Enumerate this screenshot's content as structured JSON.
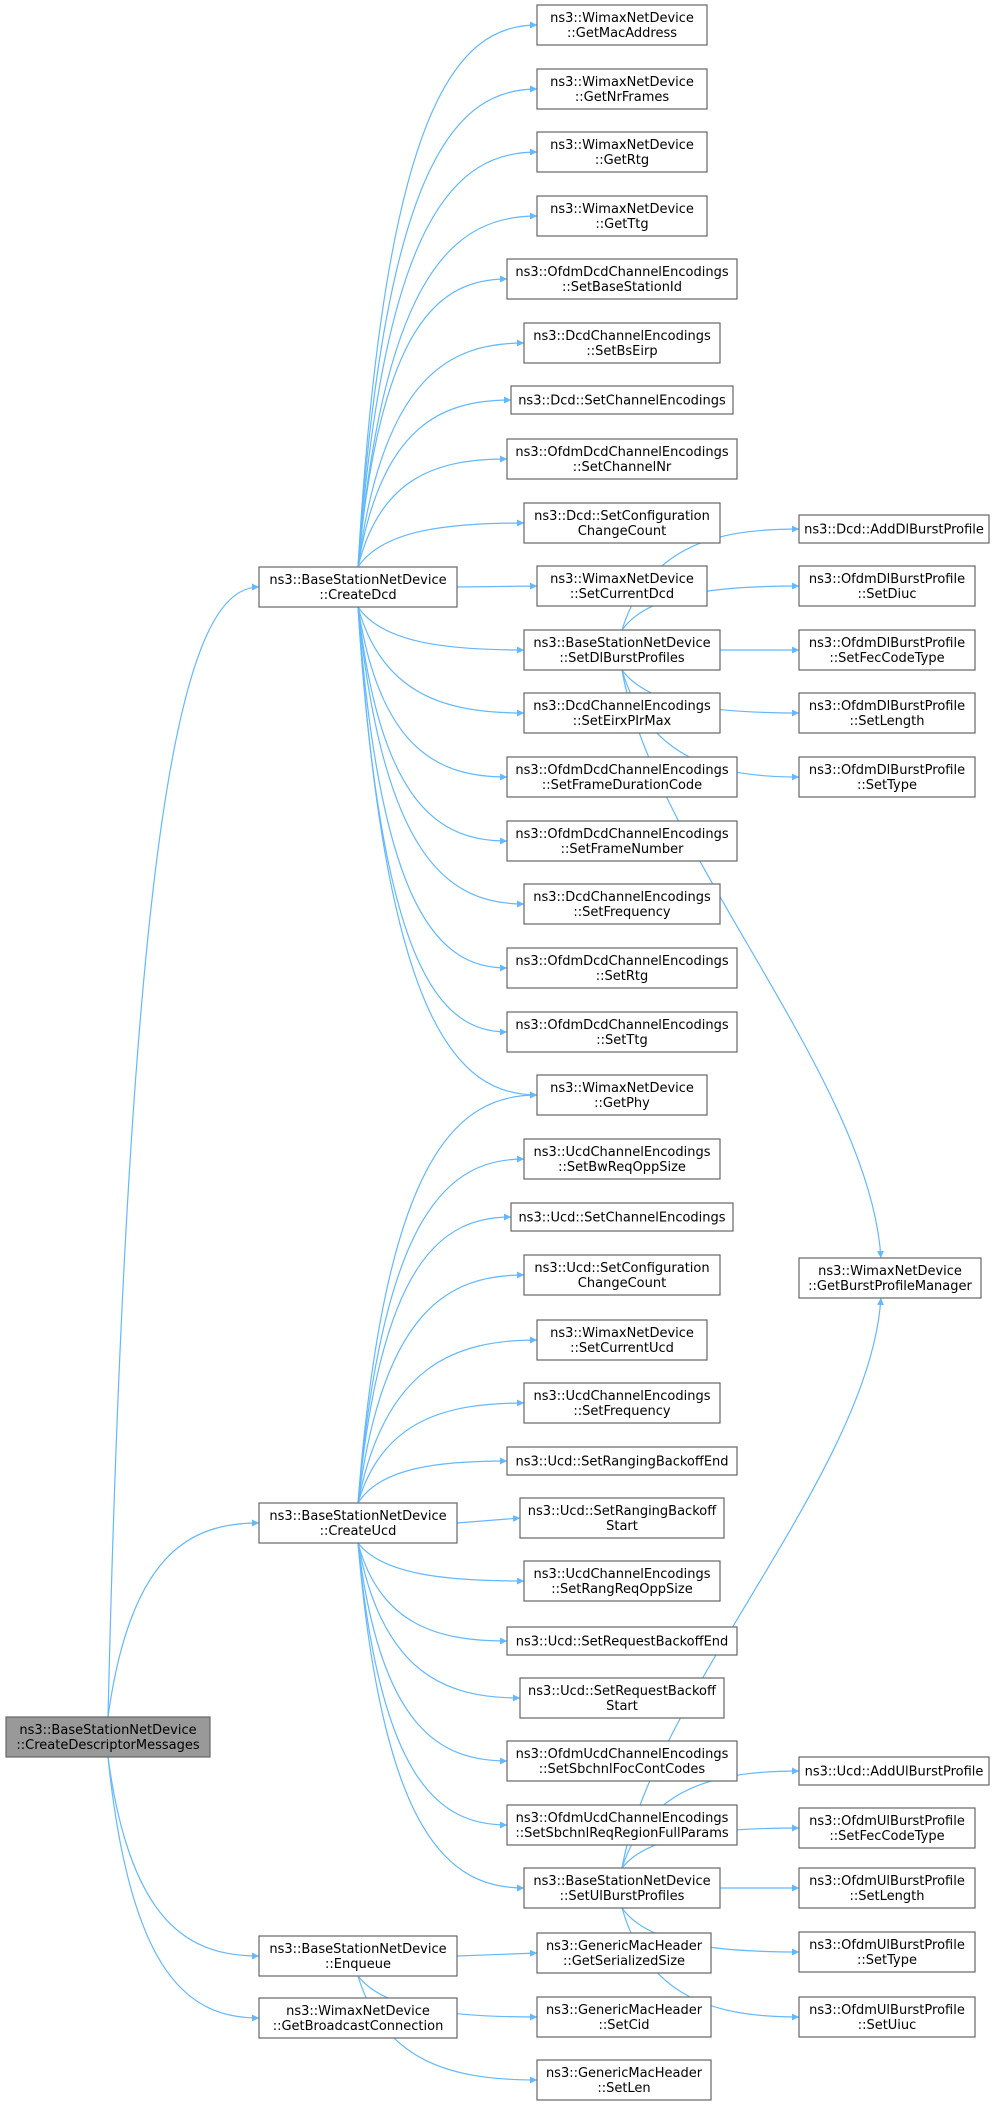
{
  "nodes": [
    {
      "id": "root",
      "lines": [
        "ns3::BaseStationNetDevice",
        "::CreateDescriptorMessages"
      ],
      "root": true
    },
    {
      "id": "createDcd",
      "lines": [
        "ns3::BaseStationNetDevice",
        "::CreateDcd"
      ]
    },
    {
      "id": "createUcd",
      "lines": [
        "ns3::BaseStationNetDevice",
        "::CreateUcd"
      ]
    },
    {
      "id": "enqueue",
      "lines": [
        "ns3::BaseStationNetDevice",
        "::Enqueue"
      ]
    },
    {
      "id": "getBcast",
      "lines": [
        "ns3::WimaxNetDevice",
        "::GetBroadcastConnection"
      ]
    },
    {
      "id": "getMac",
      "lines": [
        "ns3::WimaxNetDevice",
        "::GetMacAddress"
      ]
    },
    {
      "id": "getNrFrames",
      "lines": [
        "ns3::WimaxNetDevice",
        "::GetNrFrames"
      ]
    },
    {
      "id": "getRtg",
      "lines": [
        "ns3::WimaxNetDevice",
        "::GetRtg"
      ]
    },
    {
      "id": "getTtg",
      "lines": [
        "ns3::WimaxNetDevice",
        "::GetTtg"
      ]
    },
    {
      "id": "setBsId",
      "lines": [
        "ns3::OfdmDcdChannelEncodings",
        "::SetBaseStationId"
      ]
    },
    {
      "id": "setBsEirp",
      "lines": [
        "ns3::DcdChannelEncodings",
        "::SetBsEirp"
      ]
    },
    {
      "id": "dcdSetCE",
      "lines": [
        "ns3::Dcd::SetChannelEncodings"
      ]
    },
    {
      "id": "setChNr",
      "lines": [
        "ns3::OfdmDcdChannelEncodings",
        "::SetChannelNr"
      ]
    },
    {
      "id": "dcdSetCfg",
      "lines": [
        "ns3::Dcd::SetConfiguration",
        "ChangeCount"
      ]
    },
    {
      "id": "setCurDcd",
      "lines": [
        "ns3::WimaxNetDevice",
        "::SetCurrentDcd"
      ]
    },
    {
      "id": "setDlBP",
      "lines": [
        "ns3::BaseStationNetDevice",
        "::SetDlBurstProfiles"
      ]
    },
    {
      "id": "setEirx",
      "lines": [
        "ns3::DcdChannelEncodings",
        "::SetEirxPIrMax"
      ]
    },
    {
      "id": "setFDC",
      "lines": [
        "ns3::OfdmDcdChannelEncodings",
        "::SetFrameDurationCode"
      ]
    },
    {
      "id": "setFN",
      "lines": [
        "ns3::OfdmDcdChannelEncodings",
        "::SetFrameNumber"
      ]
    },
    {
      "id": "dcdSetFreq",
      "lines": [
        "ns3::DcdChannelEncodings",
        "::SetFrequency"
      ]
    },
    {
      "id": "setRtg",
      "lines": [
        "ns3::OfdmDcdChannelEncodings",
        "::SetRtg"
      ]
    },
    {
      "id": "setTtg",
      "lines": [
        "ns3::OfdmDcdChannelEncodings",
        "::SetTtg"
      ]
    },
    {
      "id": "getPhy",
      "lines": [
        "ns3::WimaxNetDevice",
        "::GetPhy"
      ]
    },
    {
      "id": "setBwReq",
      "lines": [
        "ns3::UcdChannelEncodings",
        "::SetBwReqOppSize"
      ]
    },
    {
      "id": "ucdSetCE",
      "lines": [
        "ns3::Ucd::SetChannelEncodings"
      ]
    },
    {
      "id": "ucdSetCfg",
      "lines": [
        "ns3::Ucd::SetConfiguration",
        "ChangeCount"
      ]
    },
    {
      "id": "setCurUcd",
      "lines": [
        "ns3::WimaxNetDevice",
        "::SetCurrentUcd"
      ]
    },
    {
      "id": "ucdSetFreq",
      "lines": [
        "ns3::UcdChannelEncodings",
        "::SetFrequency"
      ]
    },
    {
      "id": "setRBEnd",
      "lines": [
        "ns3::Ucd::SetRangingBackoffEnd"
      ]
    },
    {
      "id": "setRBStart",
      "lines": [
        "ns3::Ucd::SetRangingBackoff",
        "Start"
      ]
    },
    {
      "id": "setRangReq",
      "lines": [
        "ns3::UcdChannelEncodings",
        "::SetRangReqOppSize"
      ]
    },
    {
      "id": "setReqBEnd",
      "lines": [
        "ns3::Ucd::SetRequestBackoffEnd"
      ]
    },
    {
      "id": "setReqBStart",
      "lines": [
        "ns3::Ucd::SetRequestBackoff",
        "Start"
      ]
    },
    {
      "id": "setSbFoc",
      "lines": [
        "ns3::OfdmUcdChannelEncodings",
        "::SetSbchnlFocContCodes"
      ]
    },
    {
      "id": "setSbReq",
      "lines": [
        "ns3::OfdmUcdChannelEncodings",
        "::SetSbchnlReqRegionFullParams"
      ]
    },
    {
      "id": "setUlBP",
      "lines": [
        "ns3::BaseStationNetDevice",
        "::SetUlBurstProfiles"
      ]
    },
    {
      "id": "getSerSize",
      "lines": [
        "ns3::GenericMacHeader",
        "::GetSerializedSize"
      ]
    },
    {
      "id": "gmhSetCid",
      "lines": [
        "ns3::GenericMacHeader",
        "::SetCid"
      ]
    },
    {
      "id": "gmhSetLen",
      "lines": [
        "ns3::GenericMacHeader",
        "::SetLen"
      ]
    },
    {
      "id": "addDlBP",
      "lines": [
        "ns3::Dcd::AddDlBurstProfile"
      ]
    },
    {
      "id": "dlSetDiuc",
      "lines": [
        "ns3::OfdmDlBurstProfile",
        "::SetDiuc"
      ]
    },
    {
      "id": "dlSetFec",
      "lines": [
        "ns3::OfdmDlBurstProfile",
        "::SetFecCodeType"
      ]
    },
    {
      "id": "dlSetLen",
      "lines": [
        "ns3::OfdmDlBurstProfile",
        "::SetLength"
      ]
    },
    {
      "id": "dlSetType",
      "lines": [
        "ns3::OfdmDlBurstProfile",
        "::SetType"
      ]
    },
    {
      "id": "getBPM",
      "lines": [
        "ns3::WimaxNetDevice",
        "::GetBurstProfileManager"
      ]
    },
    {
      "id": "addUlBP",
      "lines": [
        "ns3::Ucd::AddUlBurstProfile"
      ]
    },
    {
      "id": "ulSetFec",
      "lines": [
        "ns3::OfdmUlBurstProfile",
        "::SetFecCodeType"
      ]
    },
    {
      "id": "ulSetLen",
      "lines": [
        "ns3::OfdmUlBurstProfile",
        "::SetLength"
      ]
    },
    {
      "id": "ulSetType",
      "lines": [
        "ns3::OfdmUlBurstProfile",
        "::SetType"
      ]
    },
    {
      "id": "ulSetUiuc",
      "lines": [
        "ns3::OfdmUlBurstProfile",
        "::SetUiuc"
      ]
    }
  ],
  "edges": [
    [
      "root",
      "createDcd"
    ],
    [
      "root",
      "createUcd"
    ],
    [
      "root",
      "enqueue"
    ],
    [
      "root",
      "getBcast"
    ],
    [
      "createDcd",
      "getMac"
    ],
    [
      "createDcd",
      "getNrFrames"
    ],
    [
      "createDcd",
      "getRtg"
    ],
    [
      "createDcd",
      "getTtg"
    ],
    [
      "createDcd",
      "setBsId"
    ],
    [
      "createDcd",
      "setBsEirp"
    ],
    [
      "createDcd",
      "dcdSetCE"
    ],
    [
      "createDcd",
      "setChNr"
    ],
    [
      "createDcd",
      "dcdSetCfg"
    ],
    [
      "createDcd",
      "setCurDcd"
    ],
    [
      "createDcd",
      "setDlBP"
    ],
    [
      "createDcd",
      "setEirx"
    ],
    [
      "createDcd",
      "setFDC"
    ],
    [
      "createDcd",
      "setFN"
    ],
    [
      "createDcd",
      "dcdSetFreq"
    ],
    [
      "createDcd",
      "setRtg"
    ],
    [
      "createDcd",
      "setTtg"
    ],
    [
      "createDcd",
      "getPhy"
    ],
    [
      "createUcd",
      "getPhy"
    ],
    [
      "createUcd",
      "setBwReq"
    ],
    [
      "createUcd",
      "ucdSetCE"
    ],
    [
      "createUcd",
      "ucdSetCfg"
    ],
    [
      "createUcd",
      "setCurUcd"
    ],
    [
      "createUcd",
      "ucdSetFreq"
    ],
    [
      "createUcd",
      "setRBEnd"
    ],
    [
      "createUcd",
      "setRBStart"
    ],
    [
      "createUcd",
      "setRangReq"
    ],
    [
      "createUcd",
      "setReqBEnd"
    ],
    [
      "createUcd",
      "setReqBStart"
    ],
    [
      "createUcd",
      "setSbFoc"
    ],
    [
      "createUcd",
      "setSbReq"
    ],
    [
      "createUcd",
      "setUlBP"
    ],
    [
      "enqueue",
      "getSerSize"
    ],
    [
      "enqueue",
      "gmhSetCid"
    ],
    [
      "enqueue",
      "gmhSetLen"
    ],
    [
      "setDlBP",
      "addDlBP"
    ],
    [
      "setDlBP",
      "dlSetDiuc"
    ],
    [
      "setDlBP",
      "dlSetFec"
    ],
    [
      "setDlBP",
      "dlSetLen"
    ],
    [
      "setDlBP",
      "dlSetType"
    ],
    [
      "setDlBP",
      "getBPM"
    ],
    [
      "setUlBP",
      "getBPM"
    ],
    [
      "setUlBP",
      "addUlBP"
    ],
    [
      "setUlBP",
      "ulSetFec"
    ],
    [
      "setUlBP",
      "ulSetLen"
    ],
    [
      "setUlBP",
      "ulSetType"
    ],
    [
      "setUlBP",
      "ulSetUiuc"
    ]
  ],
  "colors": {
    "edge": "#63b8ff",
    "node_border": "#666666",
    "root_fill": "#999999"
  }
}
